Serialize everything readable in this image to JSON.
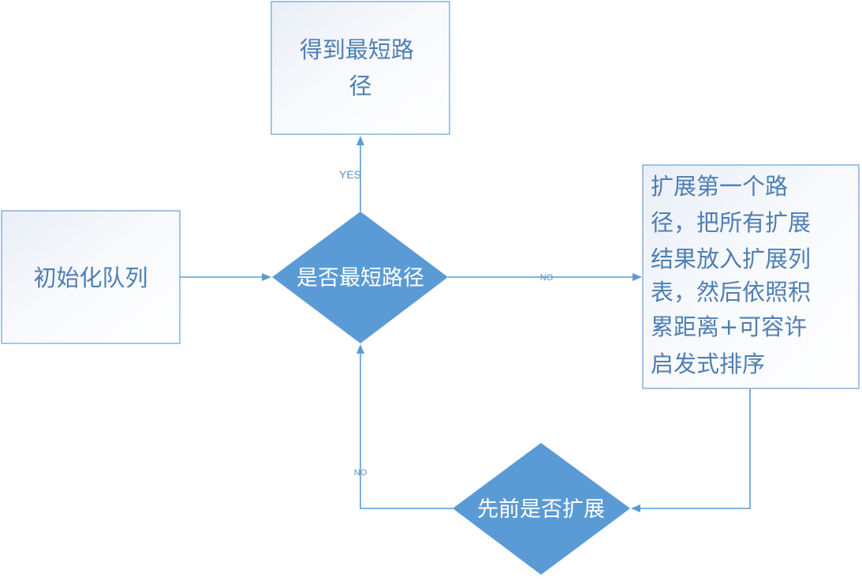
{
  "nodes": {
    "init_queue": {
      "label": "初始化队列"
    },
    "get_shortest": {
      "lines": [
        "得到最短路",
        "径"
      ]
    },
    "is_shortest": {
      "label": "是否最短路径"
    },
    "expand_first": {
      "lines": [
        "扩展第一个路",
        "径，把所有扩展",
        "结果放入扩展列",
        "表，然后依照积",
        "累距离+可容许",
        "启发式排序"
      ]
    },
    "expanded_before": {
      "label": "先前是否扩展"
    }
  },
  "edges": {
    "yes_label": "YES",
    "no_right_label": "NO",
    "no_loop_label": "NO"
  },
  "colors": {
    "diamond_fill": "#5b9bd5",
    "box_border": "#6a9fd4",
    "box_text": "#4f7fb3",
    "connector": "#5b9bd5"
  }
}
